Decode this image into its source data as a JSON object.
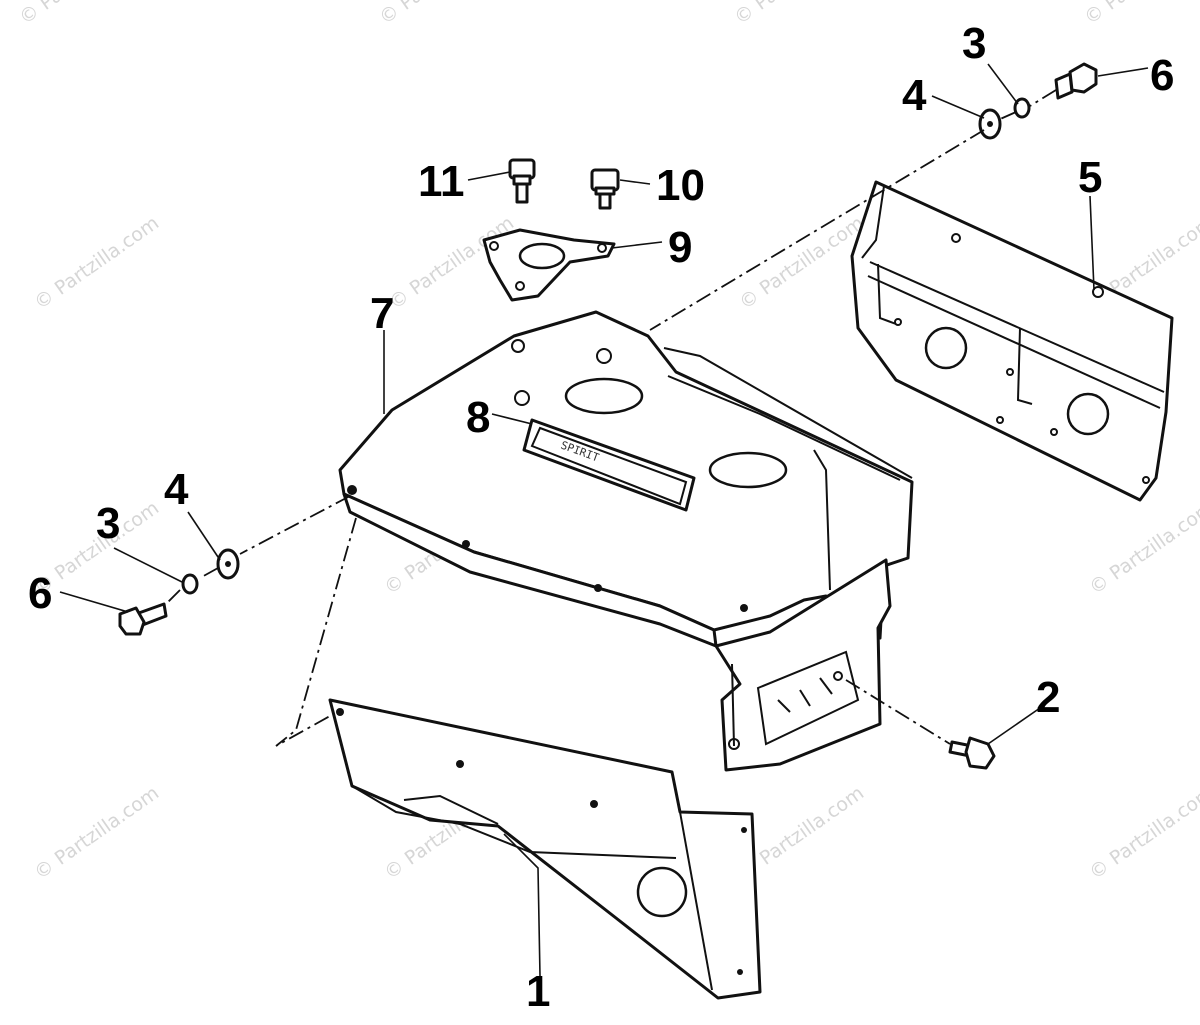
{
  "watermark": "© Partzilla.com",
  "decal_text": "SPIRIT",
  "callouts": {
    "c1": "1",
    "c2": "2",
    "c3_left": "3",
    "c3_right": "3",
    "c4_left": "4",
    "c4_right": "4",
    "c5": "5",
    "c6_left": "6",
    "c6_right": "6",
    "c7": "7",
    "c8": "8",
    "c9": "9",
    "c10": "10",
    "c11": "11"
  }
}
